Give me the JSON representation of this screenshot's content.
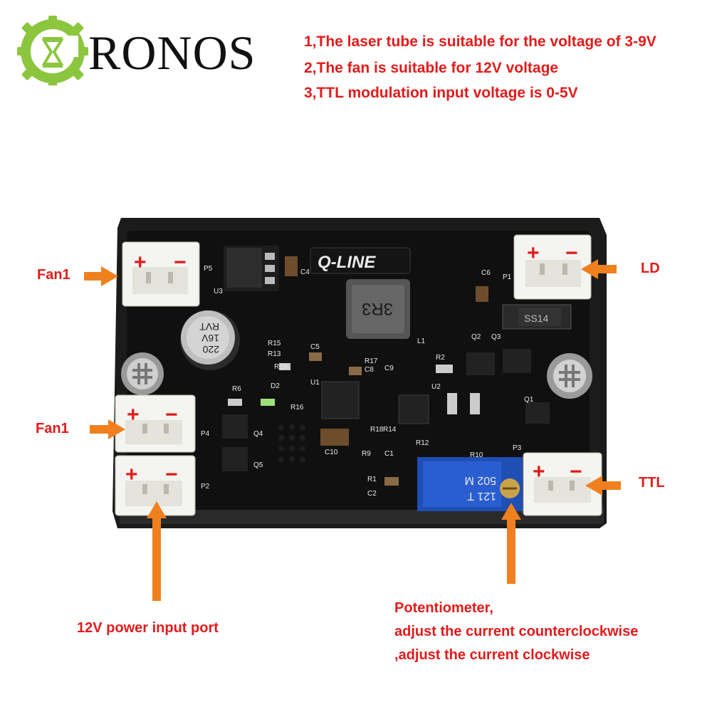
{
  "brand": {
    "name": "RONOS",
    "logo_icon": "gear-hourglass-icon",
    "colors": {
      "gear": "#8cc63f",
      "text": "#111111"
    }
  },
  "notes": [
    "1,The laser tube is suitable for the voltage of 3-9V",
    "2,The fan is suitable for 12V voltage",
    "3,TTL modulation input voltage is 0-5V"
  ],
  "labels": {
    "fan_top": "Fan1",
    "fan_mid": "Fan1",
    "ld": "LD",
    "ttl": "TTL",
    "power": "12V power input port",
    "pot_lines": [
      "Potentiometer,",
      "adjust the current counterclockwise",
      ",adjust the current clockwise"
    ]
  },
  "board": {
    "brand_mark": "Q-LINE",
    "inductor_code": "3R3",
    "capacitor_text": [
      "220",
      "16V",
      "RVT"
    ],
    "diode_code": "SS14",
    "pot_text": [
      "121 T",
      "502 M"
    ],
    "polarity": {
      "plus": "+",
      "minus": "−"
    },
    "silk": [
      "P5",
      "U3",
      "C4",
      "C6",
      "P1",
      "R15",
      "R13",
      "C5",
      "L1",
      "R17",
      "C8",
      "C9",
      "R2",
      "Q2",
      "Q3",
      "R19",
      "R6",
      "D2",
      "U1",
      "R16",
      "U2",
      "Q1",
      "P4",
      "Q4",
      "Q5",
      "R18",
      "R14",
      "C10",
      "R9",
      "C1",
      "R12",
      "R10",
      "P3",
      "P2",
      "R1",
      "C2"
    ]
  },
  "colors": {
    "label": "#e21b1b",
    "arrow": "#f0801e",
    "board": "#141414",
    "connector": "#f4f4f0"
  }
}
